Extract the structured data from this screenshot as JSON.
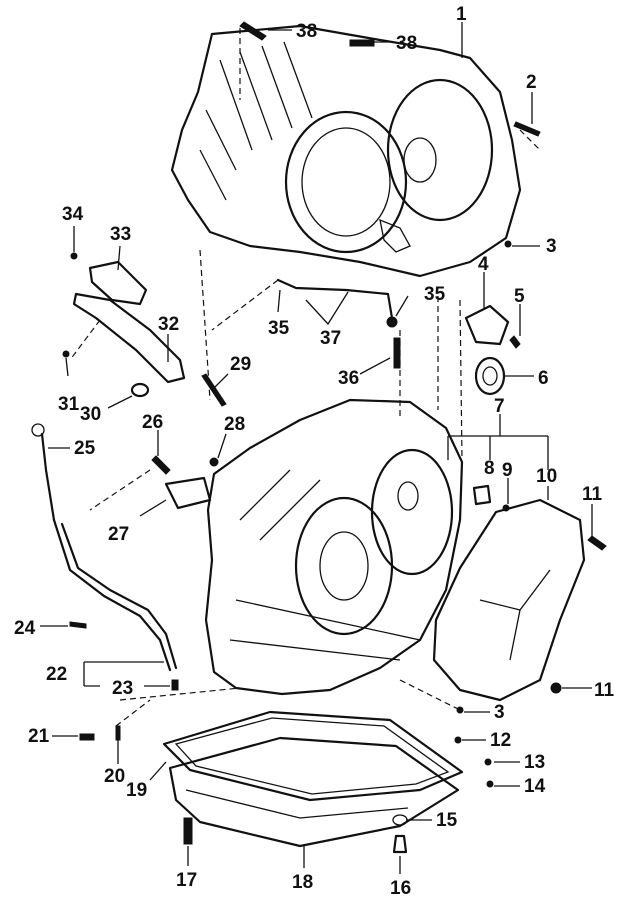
{
  "callouts": [
    {
      "id": "c1",
      "label": "1"
    },
    {
      "id": "c2",
      "label": "2"
    },
    {
      "id": "c3a",
      "label": "3"
    },
    {
      "id": "c3b",
      "label": "3"
    },
    {
      "id": "c4",
      "label": "4"
    },
    {
      "id": "c5",
      "label": "5"
    },
    {
      "id": "c6",
      "label": "6"
    },
    {
      "id": "c7",
      "label": "7"
    },
    {
      "id": "c8",
      "label": "8"
    },
    {
      "id": "c9",
      "label": "9"
    },
    {
      "id": "c10",
      "label": "10"
    },
    {
      "id": "c11a",
      "label": "11"
    },
    {
      "id": "c11b",
      "label": "11"
    },
    {
      "id": "c12",
      "label": "12"
    },
    {
      "id": "c13",
      "label": "13"
    },
    {
      "id": "c14",
      "label": "14"
    },
    {
      "id": "c15",
      "label": "15"
    },
    {
      "id": "c16",
      "label": "16"
    },
    {
      "id": "c17",
      "label": "17"
    },
    {
      "id": "c18",
      "label": "18"
    },
    {
      "id": "c19",
      "label": "19"
    },
    {
      "id": "c20",
      "label": "20"
    },
    {
      "id": "c21",
      "label": "21"
    },
    {
      "id": "c22",
      "label": "22"
    },
    {
      "id": "c23",
      "label": "23"
    },
    {
      "id": "c24",
      "label": "24"
    },
    {
      "id": "c25",
      "label": "25"
    },
    {
      "id": "c26",
      "label": "26"
    },
    {
      "id": "c27",
      "label": "27"
    },
    {
      "id": "c28",
      "label": "28"
    },
    {
      "id": "c29",
      "label": "29"
    },
    {
      "id": "c30",
      "label": "30"
    },
    {
      "id": "c31",
      "label": "31"
    },
    {
      "id": "c32",
      "label": "32"
    },
    {
      "id": "c33",
      "label": "33"
    },
    {
      "id": "c34",
      "label": "34"
    },
    {
      "id": "c35a",
      "label": "35"
    },
    {
      "id": "c35b",
      "label": "35"
    },
    {
      "id": "c36",
      "label": "36"
    },
    {
      "id": "c37",
      "label": "37"
    },
    {
      "id": "c38a",
      "label": "38"
    },
    {
      "id": "c38b",
      "label": "38"
    }
  ],
  "colors": {
    "ink": "#111111",
    "paper": "#ffffff"
  }
}
